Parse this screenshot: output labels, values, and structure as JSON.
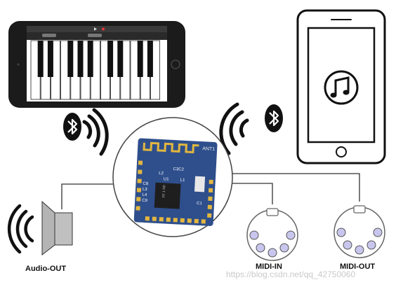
{
  "labels": {
    "audio_out": "Audio-OUT",
    "midi_in": "MIDI-IN",
    "midi_out": "MIDI-OUT"
  },
  "module": {
    "antenna": "ANT1",
    "chip": "FF 1 N0",
    "silks": [
      "C3C2",
      "L2",
      "L1",
      "U1",
      "C8",
      "L3",
      "L4",
      "C9",
      "C1"
    ]
  },
  "icons": {
    "bluetooth_left": "bluetooth-icon",
    "bluetooth_right": "bluetooth-icon",
    "music": "music-note-icon",
    "speaker": "speaker-icon"
  },
  "colors": {
    "pcb": "#2e4f8c",
    "gold": "#e2b63f",
    "wire": "#333333",
    "phone_frame": "#222222",
    "tablet_frame": "#111111",
    "din": "#c9c6ee"
  },
  "watermark": "https://blog.csdn.net/qq_42750060"
}
